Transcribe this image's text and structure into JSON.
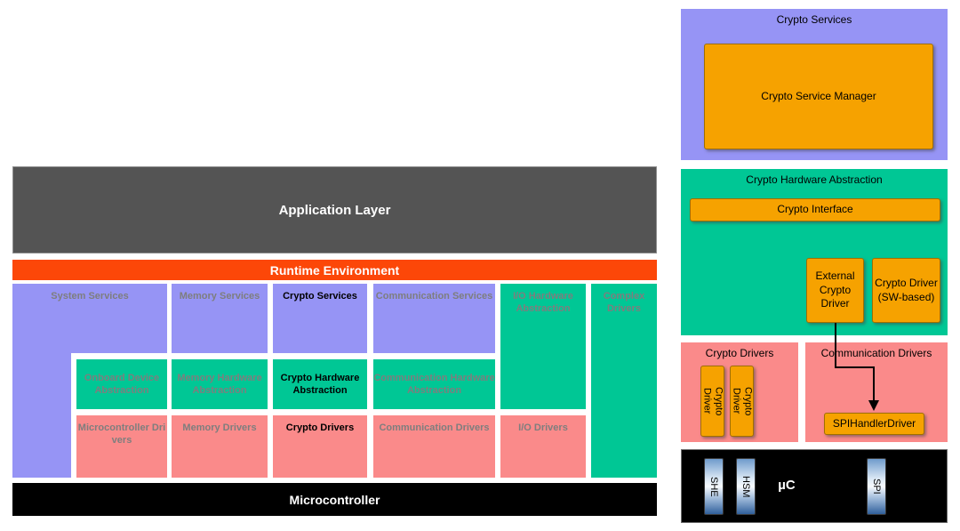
{
  "colors": {
    "purple": "#9694f5",
    "green": "#00c795",
    "pink": "#fa8a8a",
    "orange": "#f6a200",
    "rte": "#fc4708",
    "appgray": "#545454",
    "graytext": "#7e7e7e"
  },
  "left": {
    "app_layer": "Application Layer",
    "rte": "Runtime Environment",
    "mcu": "Microcontroller",
    "system_services": "System Services",
    "memory_services": "Memory Services",
    "crypto_services": "Crypto Services",
    "comm_services": "Communication Services",
    "io_hw_abstraction": "I/O Hardware Abstraction",
    "complex_drivers": "Complex Drivers",
    "onboard_device_abstraction": "Onboard Device Abstraction",
    "memory_hw_abstraction": "Memory Hardware Abstraction",
    "crypto_hw_abstraction": "Crypto Hardware Abstraction",
    "comm_hw_abstraction": "Communication Hardware Abstraction",
    "mcu_drivers": "Microcontroller Drivers",
    "memory_drivers": "Memory Drivers",
    "crypto_drivers": "Crypto Drivers",
    "comm_drivers": "Communication Drivers",
    "io_drivers": "I/O Drivers"
  },
  "right": {
    "crypto_services_title": "Crypto Services",
    "crypto_service_manager": "Crypto Service Manager",
    "crypto_hw_title": "Crypto Hardware Abstraction",
    "crypto_interface": "Crypto Interface",
    "external_crypto_driver": "External Crypto Driver",
    "sw_crypto_driver": "Crypto Driver (SW-based)",
    "crypto_drivers_title": "Crypto Drivers",
    "crypto_driver_chip": "Crypto\nDriver",
    "comm_drivers_title": "Communication Drivers",
    "spi_handler_driver": "SPIHandlerDriver",
    "mcu_label": "µC",
    "she": "SHE",
    "hsm": "HSM",
    "spi": "SPI"
  }
}
